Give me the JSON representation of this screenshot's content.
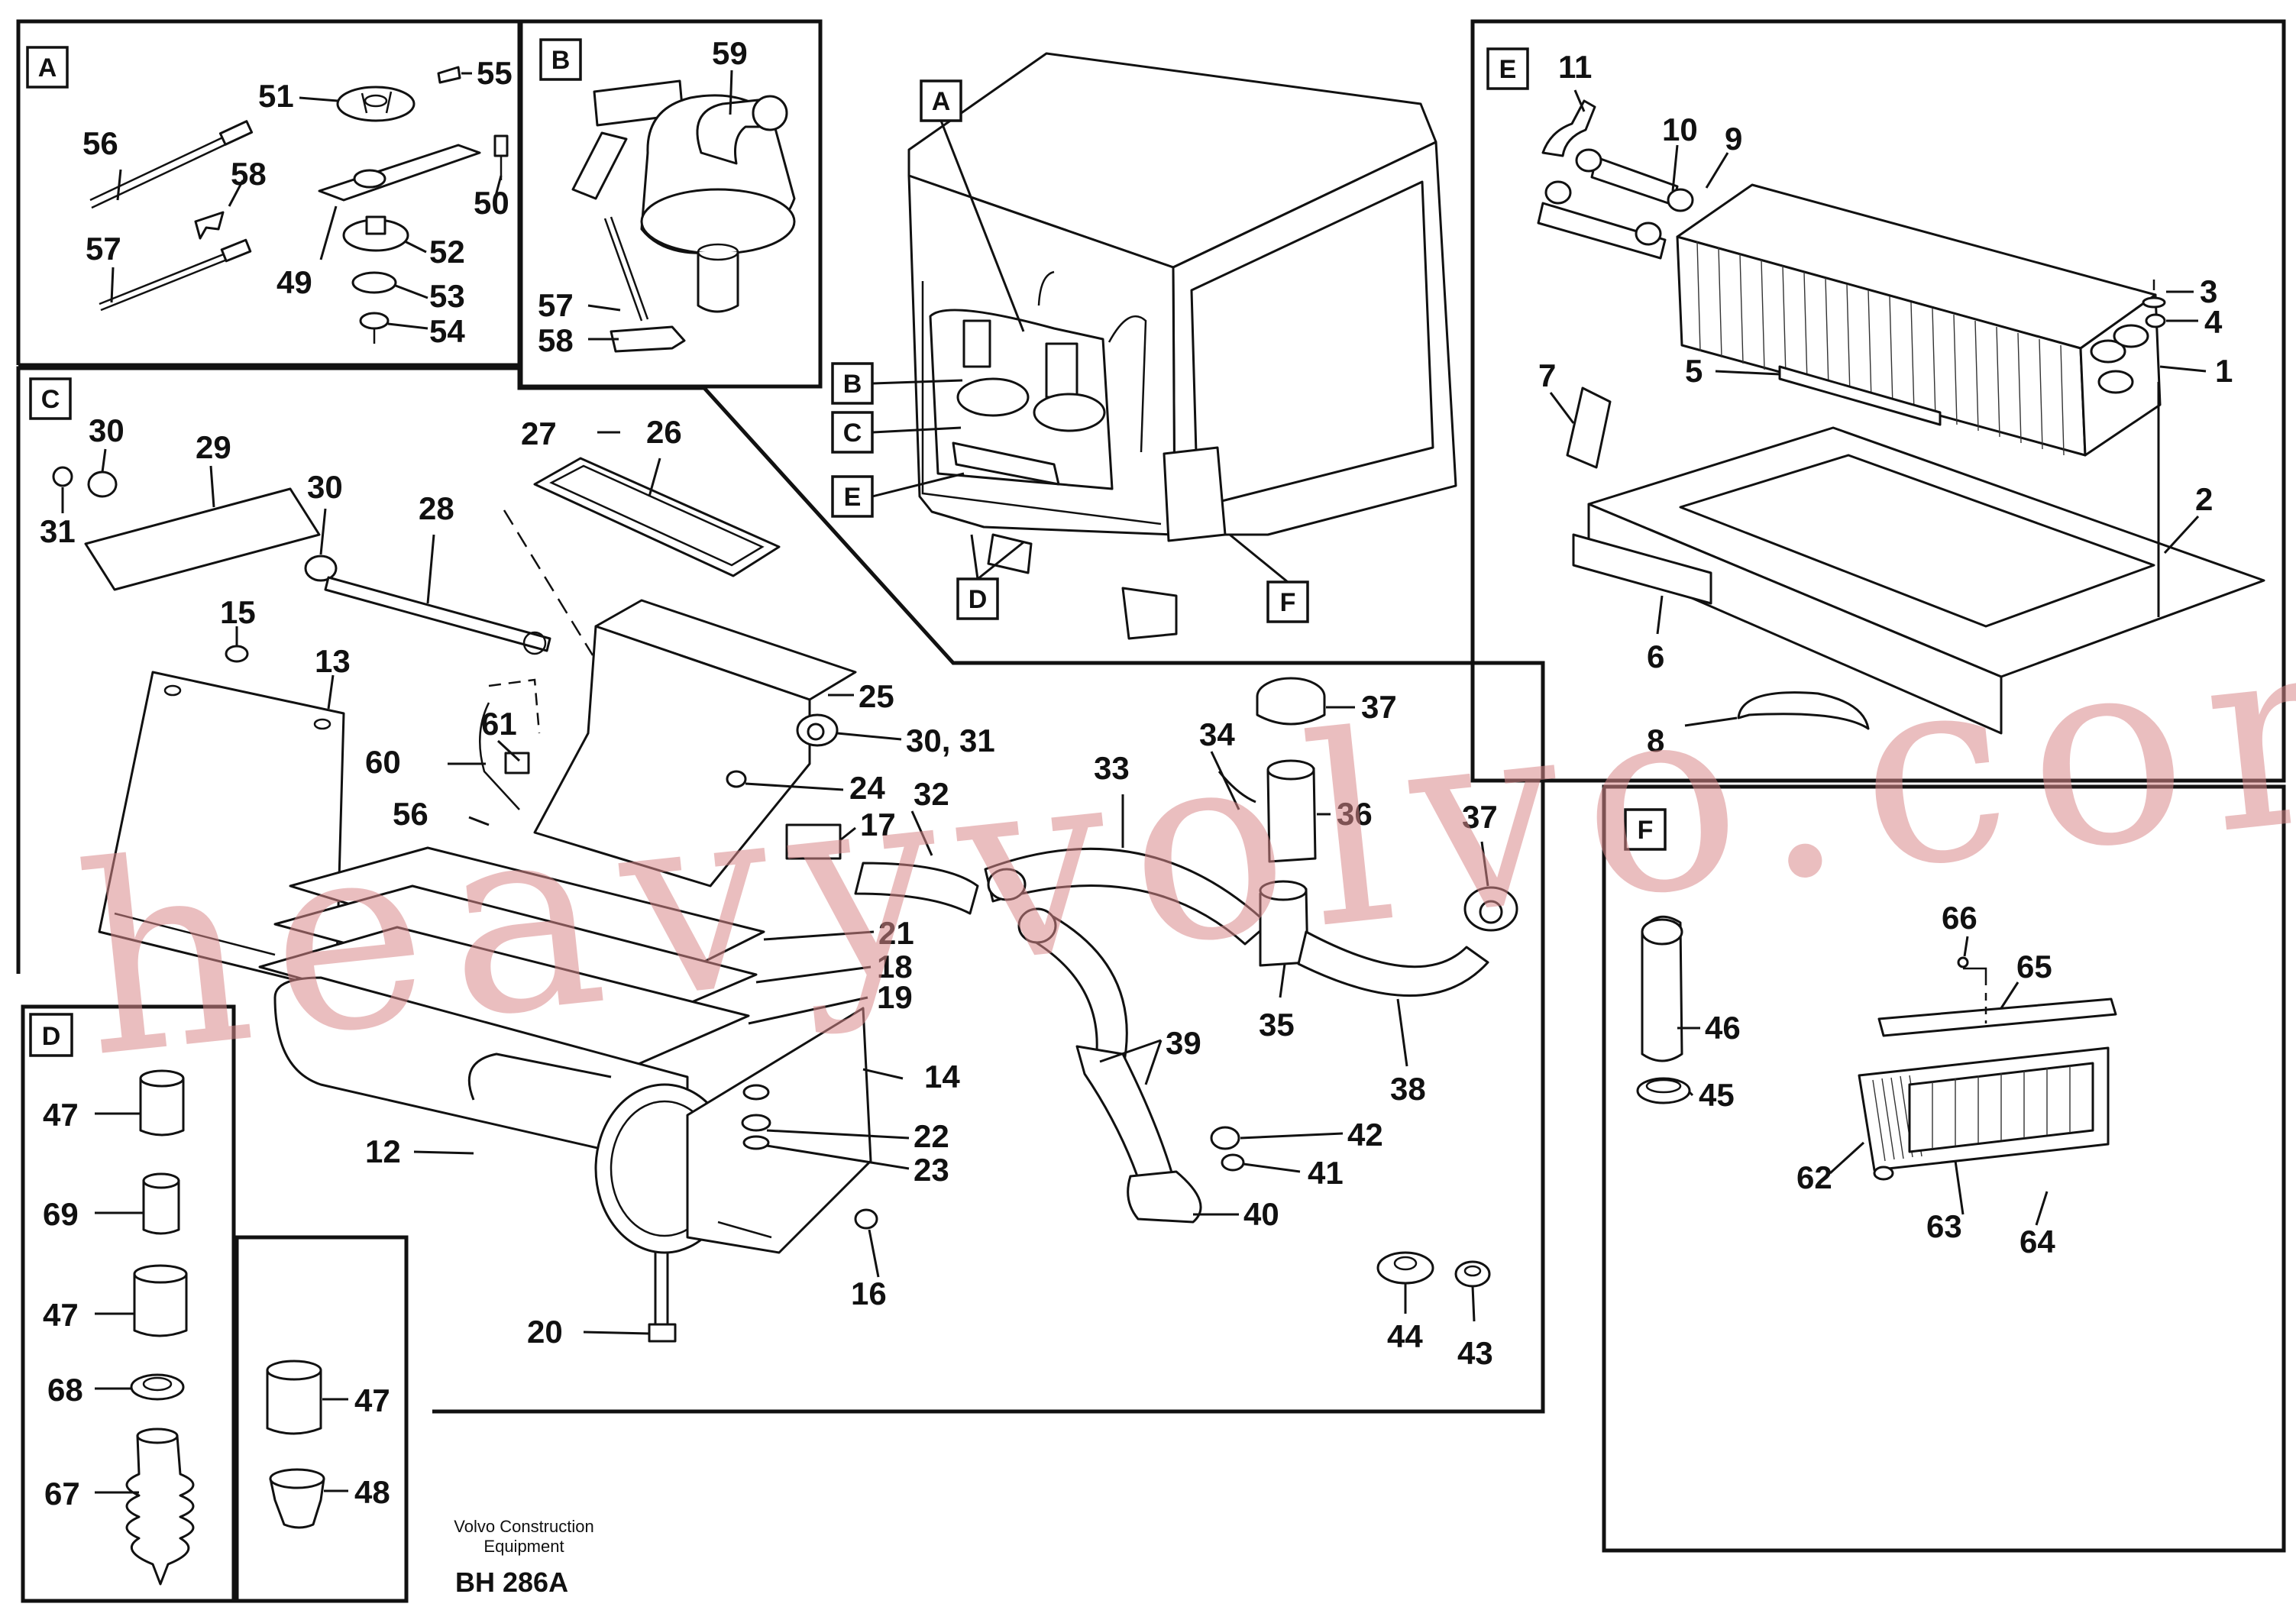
{
  "section_boxes": {
    "A": "A",
    "B": "B",
    "C": "C",
    "D": "D",
    "E": "E",
    "F": "F"
  },
  "cab_view_labels": {
    "A": "A",
    "B": "B",
    "C": "C",
    "D": "D",
    "E": "E",
    "F": "F"
  },
  "part_numbers": {
    "n1": "1",
    "n2": "2",
    "n3": "3",
    "n4": "4",
    "n5": "5",
    "n6": "6",
    "n7": "7",
    "n8": "8",
    "n9": "9",
    "n10": "10",
    "n11": "11",
    "n12": "12",
    "n13": "13",
    "n14": "14",
    "n15": "15",
    "n16": "16",
    "n17": "17",
    "n18": "18",
    "n19": "19",
    "n20": "20",
    "n21": "21",
    "n22": "22",
    "n23": "23",
    "n24": "24",
    "n25": "25",
    "n26": "26",
    "n27": "27",
    "n28": "28",
    "n29": "29",
    "n30a": "30",
    "n30b": "30",
    "n30_31": "30, 31",
    "n31": "31",
    "n32": "32",
    "n33": "33",
    "n34": "34",
    "n35": "35",
    "n36": "36",
    "n37a": "37",
    "n37b": "37",
    "n38": "38",
    "n39": "39",
    "n40": "40",
    "n41": "41",
    "n42": "42",
    "n43": "43",
    "n44": "44",
    "n45": "45",
    "n46": "46",
    "n47a": "47",
    "n47b": "47",
    "n47c": "47",
    "n48": "48",
    "n49": "49",
    "n50": "50",
    "n51": "51",
    "n52": "52",
    "n53": "53",
    "n54": "54",
    "n55": "55",
    "n56a": "56",
    "n56b": "56",
    "n57a": "57",
    "n57b": "57",
    "n58a": "58",
    "n58b": "58",
    "n59": "59",
    "n60": "60",
    "n61": "61",
    "n62": "62",
    "n63": "63",
    "n64": "64",
    "n65": "65",
    "n66": "66",
    "n67": "67",
    "n68": "68",
    "n69": "69"
  },
  "footer": {
    "company_line1": "Volvo Construction",
    "company_line2": "Equipment",
    "drawing_code": "BH 286A"
  },
  "watermark": {
    "text": "heavyvolvo.com",
    "color": "#d9888b"
  }
}
